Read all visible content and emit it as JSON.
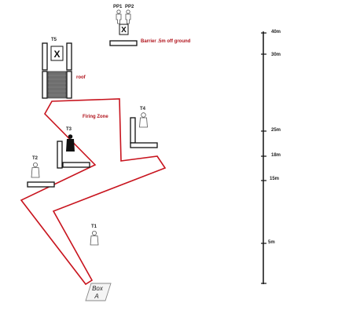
{
  "labels": {
    "pp1": "PP1",
    "pp2": "PP2",
    "barrier_note": "Barrier .5m off ground",
    "t5": "T5",
    "roof": "roof",
    "firing_zone": "Firing Zone",
    "t4": "T4",
    "t3": "T3",
    "t2": "T2",
    "t1": "T1",
    "box_line1": "Box",
    "box_line2": "A",
    "x_mark": "X"
  },
  "scale": {
    "marks": [
      "40m",
      "30m",
      "25m",
      "18m",
      "15m",
      "5m"
    ]
  },
  "colors": {
    "zone": "#c8141e",
    "ink": "#111111",
    "roof_fill": "#6e6e6e",
    "black_target": "#111111"
  }
}
